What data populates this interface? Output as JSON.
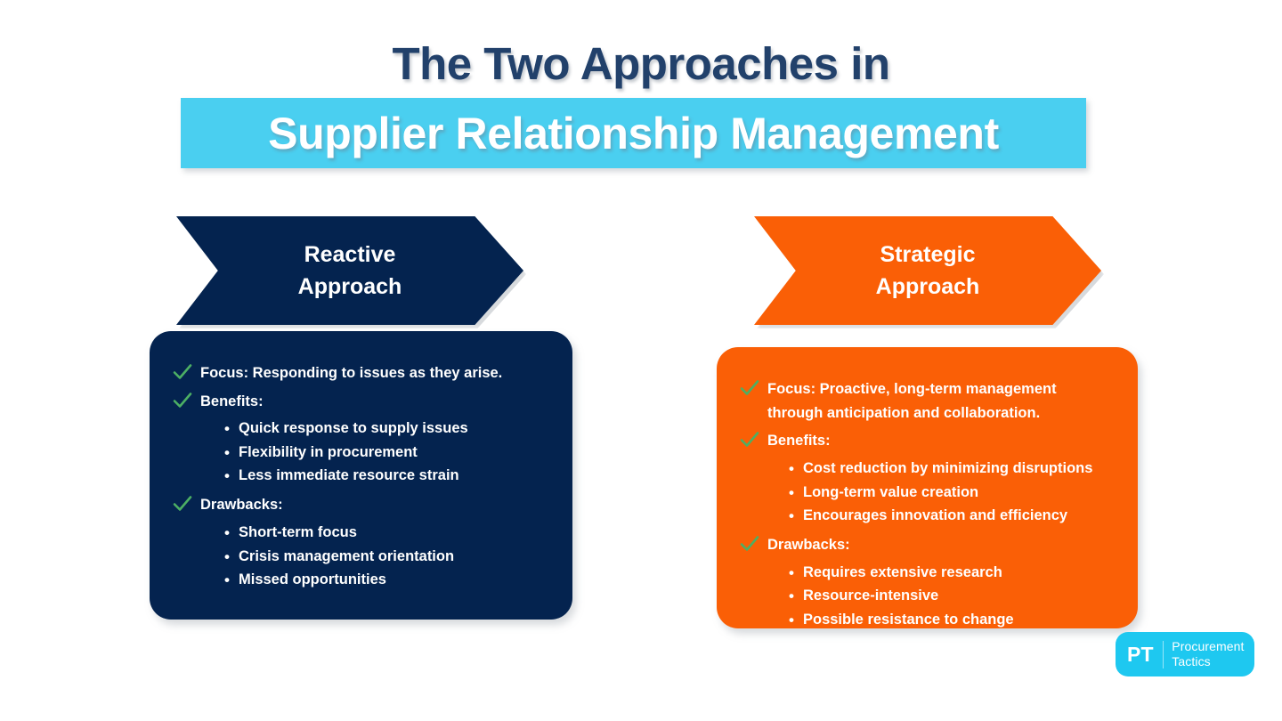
{
  "title": {
    "line1": "The Two Approaches in",
    "line2": "Supplier Relationship Management"
  },
  "colors": {
    "navy": "#04234F",
    "title_navy": "#22416B",
    "cyan": "#4ACFF0",
    "orange": "#FA5F06",
    "check_green": "#4CAF64",
    "logo_cyan": "#1EC8F0",
    "white": "#FFFFFF"
  },
  "columns": [
    {
      "id": "reactive",
      "header": {
        "line1": "Reactive",
        "line2": "Approach"
      },
      "header_color": "#04234F",
      "card_color": "#04234F",
      "sections": [
        {
          "icon": "check-icon",
          "label": "Focus: Responding to issues as they arise.",
          "items": []
        },
        {
          "icon": "check-icon",
          "label": "Benefits:",
          "items": [
            "Quick response to supply issues",
            "Flexibility in procurement",
            "Less immediate resource strain"
          ]
        },
        {
          "icon": "check-icon",
          "label": "Drawbacks:",
          "items": [
            "Short-term focus",
            "Crisis management orientation",
            "Missed opportunities"
          ]
        }
      ]
    },
    {
      "id": "strategic",
      "header": {
        "line1": "Strategic",
        "line2": "Approach"
      },
      "header_color": "#FA5F06",
      "card_color": "#FA5F06",
      "sections": [
        {
          "icon": "check-icon",
          "label": "Focus: Proactive, long-term management through anticipation and collaboration.",
          "items": []
        },
        {
          "icon": "check-icon",
          "label": "Benefits:",
          "items": [
            "Cost reduction by minimizing disruptions",
            "Long-term value creation",
            "Encourages innovation and efficiency"
          ]
        },
        {
          "icon": "check-icon",
          "label": "Drawbacks:",
          "items": [
            "Requires extensive research",
            "Resource-intensive",
            "Possible resistance to change"
          ]
        }
      ]
    }
  ],
  "bullet_glyph": "•",
  "logo": {
    "mark": "PT",
    "word_line1": "Procurement",
    "word_line2": "Tactics"
  }
}
